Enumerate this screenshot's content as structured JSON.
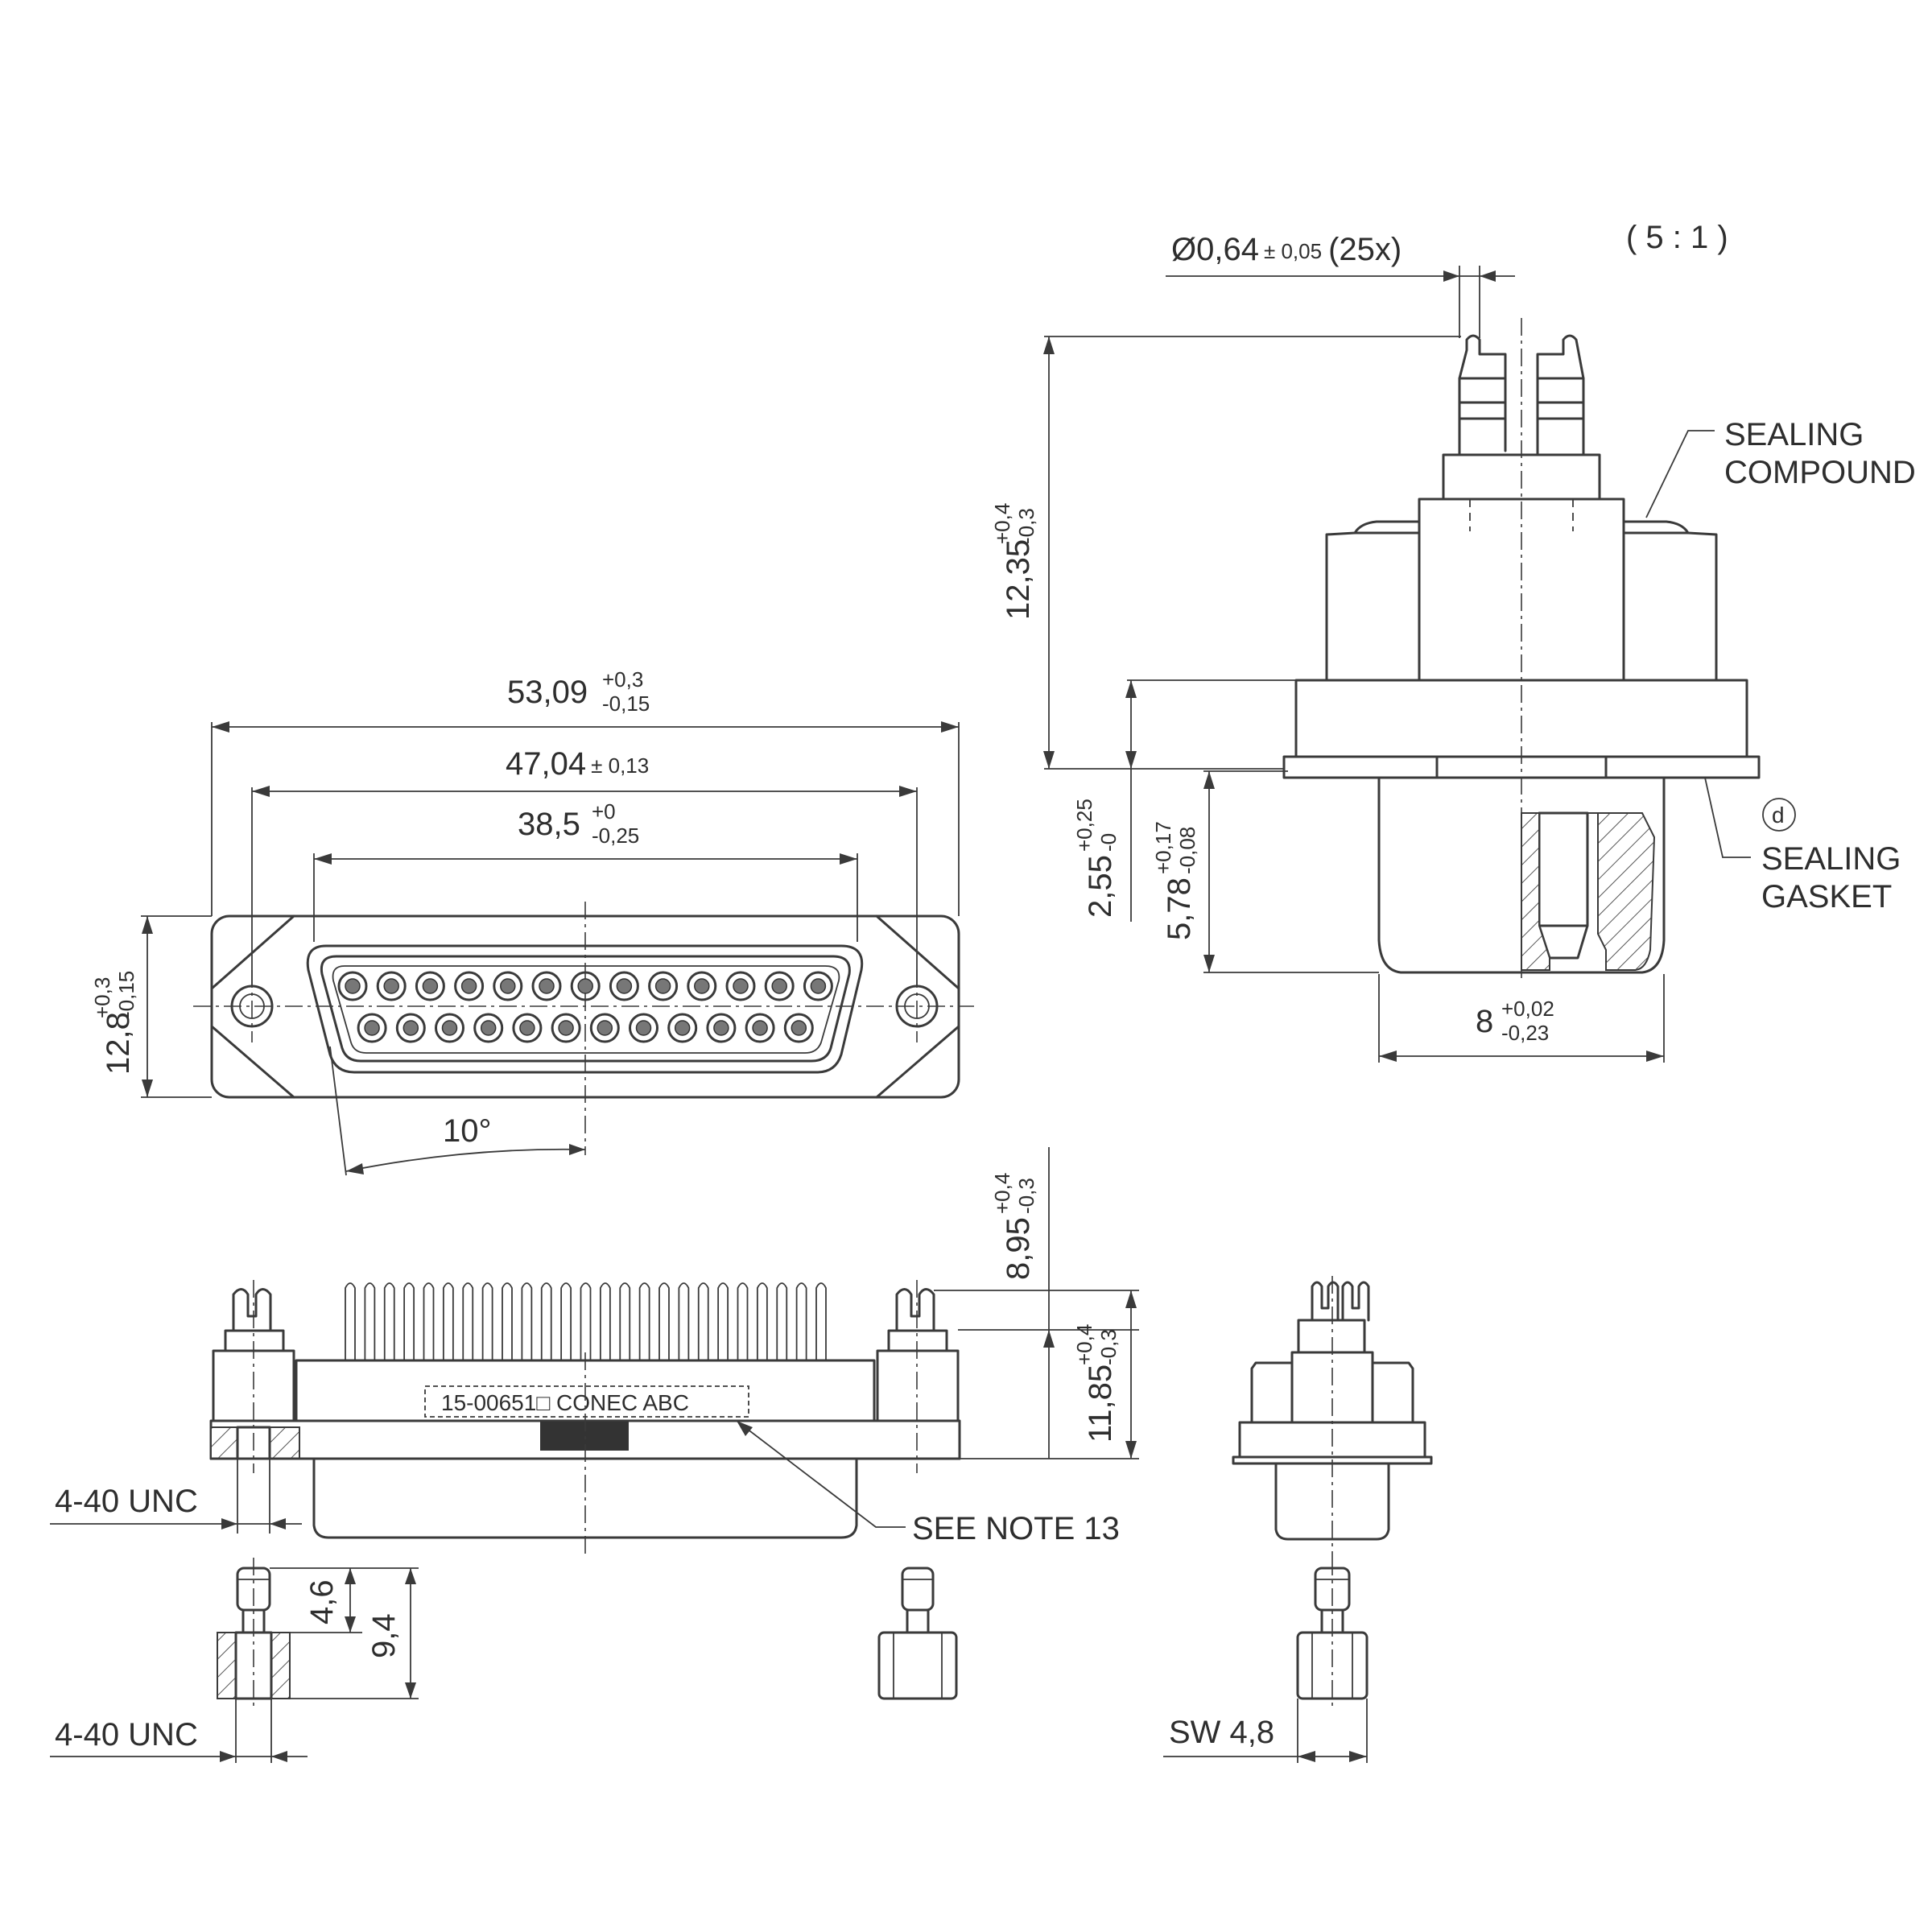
{
  "scale_note": "( 5 : 1 )",
  "pin_diameter": {
    "main": "Ø0,64",
    "tol": "± 0,05",
    "count": "(25x)"
  },
  "side_view": {
    "height_total": {
      "main": "12,35",
      "tol_plus": "+0,4",
      "tol_minus": "-0,3"
    },
    "flange_height": {
      "main": "2,55",
      "tol_plus": "+0,25",
      "tol_minus": "-0"
    },
    "shell_depth": {
      "main": "5,78",
      "tol_plus": "+0,17",
      "tol_minus": "-0,08"
    },
    "shell_width": {
      "main": "8",
      "tol_plus": "+0,02",
      "tol_minus": "-0,23"
    },
    "callout_compound": [
      "SEALING",
      "COMPOUND"
    ],
    "callout_gasket": [
      "SEALING",
      "GASKET"
    ],
    "gasket_marker": "d"
  },
  "front_view": {
    "overall_width": {
      "main": "53,09",
      "tol_plus": "+0,3",
      "tol_minus": "-0,15"
    },
    "hole_spacing": {
      "main": "47,04",
      "tol": "± 0,13"
    },
    "shell_width": {
      "main": "38,5",
      "tol_plus": "+0",
      "tol_minus": "-0,25"
    },
    "height": {
      "main": "12,8",
      "tol_plus": "+0,3",
      "tol_minus": "-0,15"
    },
    "angle": "10°",
    "pins_top_row": 13,
    "pins_bottom_row": 12
  },
  "bottom_view": {
    "pin_length": {
      "main": "8,95",
      "tol_plus": "+0,4",
      "tol_minus": "-0,3"
    },
    "total_height": {
      "main": "11,85",
      "tol_plus": "+0,4",
      "tol_minus": "-0,3"
    },
    "label_text": "15-00651□  CONEC  ABC",
    "thread_label_1": "4-40 UNC",
    "see_note": "SEE NOTE 13",
    "pin_count": 25
  },
  "standoff": {
    "thread_length": "4,6",
    "total_length": "9,4",
    "thread_label": "4-40 UNC",
    "wrench_size": "SW 4,8"
  }
}
